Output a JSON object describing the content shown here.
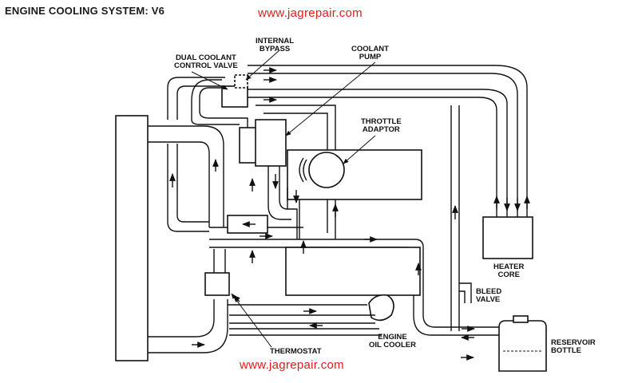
{
  "title": "ENGINE COOLING SYSTEM: V6",
  "watermark_top": "www.jagrepair.com",
  "watermark_bottom": "www.jagrepair.com",
  "labels": {
    "internal_bypass": [
      "INTERNAL",
      "BYPASS"
    ],
    "dual_coolant_control_valve": [
      "DUAL COOLANT",
      "CONTROL VALVE"
    ],
    "coolant_pump": [
      "COOLANT",
      "PUMP"
    ],
    "throttle_adaptor": [
      "THROTTLE",
      "ADAPTOR"
    ],
    "heater_core": [
      "HEATER",
      "CORE"
    ],
    "bleed_valve": [
      "BLEED",
      "VALVE"
    ],
    "reservoir_bottle": [
      "RESERVOIR",
      "BOTTLE"
    ],
    "engine_oil_cooler": [
      "ENGINE",
      "OIL COOLER"
    ],
    "thermostat": [
      "THERMOSTAT"
    ]
  },
  "colors": {
    "watermark": "#e01d1d",
    "line": "#111111",
    "background": "#ffffff"
  }
}
